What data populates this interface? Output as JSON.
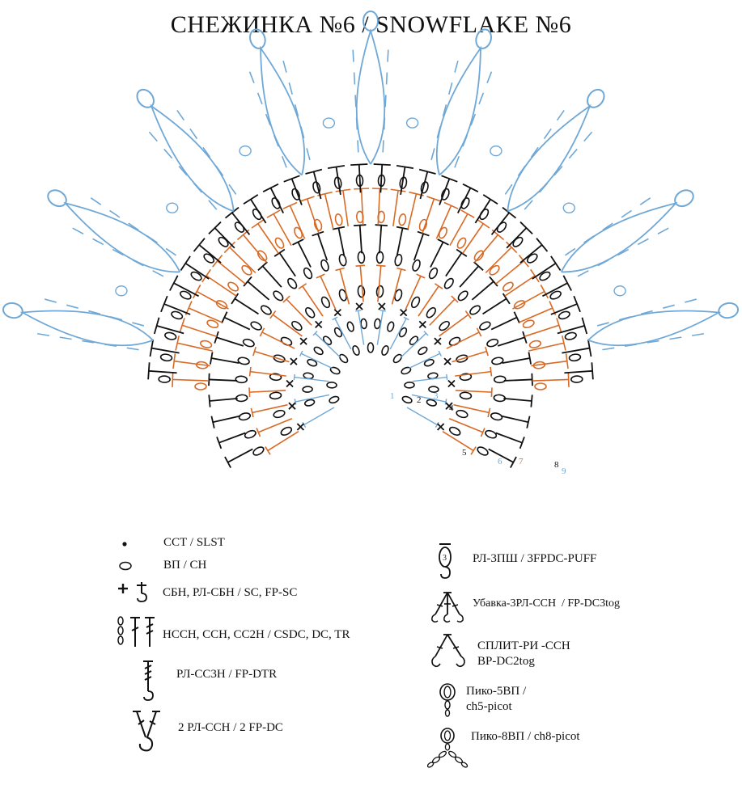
{
  "title": "СНЕЖИНКА №6 / SNOWFLAKE №6",
  "colors": {
    "black": "#111111",
    "orange": "#d86a25",
    "blue": "#6fa8d6"
  },
  "row_numbers": [
    {
      "label": "1",
      "color": "blue"
    },
    {
      "label": "2",
      "color": "black"
    },
    {
      "label": "3",
      "color": "blue"
    },
    {
      "label": "4",
      "color": "black"
    },
    {
      "label": "5",
      "color": "black"
    },
    {
      "label": "6",
      "color": "blue"
    },
    {
      "label": "7",
      "color": "orange"
    },
    {
      "label": "8",
      "color": "black"
    },
    {
      "label": "9",
      "color": "blue"
    }
  ],
  "legend": {
    "slst": "ССТ / SLST",
    "ch": "ВП / CH",
    "sc": "СБН, РЛ-СБН / SC, FP-SC",
    "dc": "НССН, ССН, СС2Н / CSDC, DC, TR",
    "fpdtr": "РЛ-СС3Н / FP-DTR",
    "fpdc2": "2 РЛ-ССН / 2 FP-DC",
    "puff": "РЛ-3ПШ / 3FPDC-PUFF",
    "dc3tog_ru": "Убавка-3РЛ-ССН",
    "dc3tog_en": " / FP-DC3tog",
    "split_ru": "СПЛИТ-РИ -ССН",
    "split_en": "BP-DC2tog",
    "picot5_ru": "Пико-5ВП /",
    "picot5_en": "ch5-picot",
    "picot8": "Пико-8ВП / ch8-picot"
  }
}
